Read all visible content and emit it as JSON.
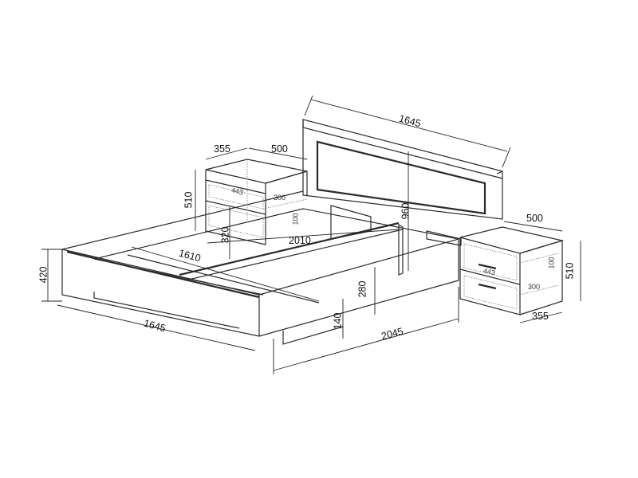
{
  "dimensions": {
    "headboard_width": "1645",
    "nightstand_left_depth": "355",
    "nightstand_left_width": "500",
    "nightstand_left_height": "510",
    "drawer_left_width": "443",
    "drawer_left_depth": "300",
    "drawer_left_height": "100",
    "headboard_height": "960",
    "nightstand_right_width": "500",
    "underbed_height": "320",
    "mattress_length": "2010",
    "mattress_width": "1610",
    "bed_height": "420",
    "frame_height": "280",
    "drawer_right_height": "100",
    "drawer_right_width": "443",
    "drawer_right_depth": "300",
    "nightstand_right_height": "510",
    "leg_height": "140",
    "nightstand_right_depth": "355",
    "bed_width": "1645",
    "bed_length": "2045"
  }
}
